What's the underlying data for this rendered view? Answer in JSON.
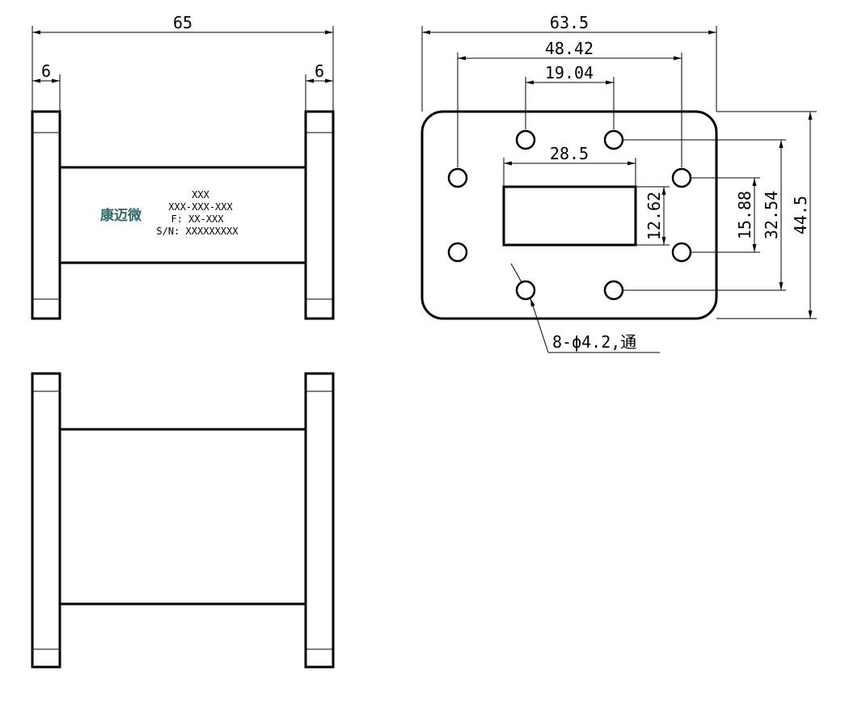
{
  "side_view": {
    "overall_length": "65",
    "flange_thickness_left": "6",
    "flange_thickness_right": "6",
    "brand": "康迈微",
    "label_lines": [
      "XXX",
      "XXX-XXX-XXX",
      "F: XX-XXX",
      "S/N: XXXXXXXXX"
    ]
  },
  "flange_view": {
    "width": "63.5",
    "outer_hole_spacing_x": "48.42",
    "inner_hole_spacing_x": "19.04",
    "aperture_width": "28.5",
    "aperture_height": "12.62",
    "inner_hole_spacing_y": "15.88",
    "outer_hole_spacing_y": "32.54",
    "height": "44.5",
    "hole_note": "8-ϕ4.2,通"
  }
}
